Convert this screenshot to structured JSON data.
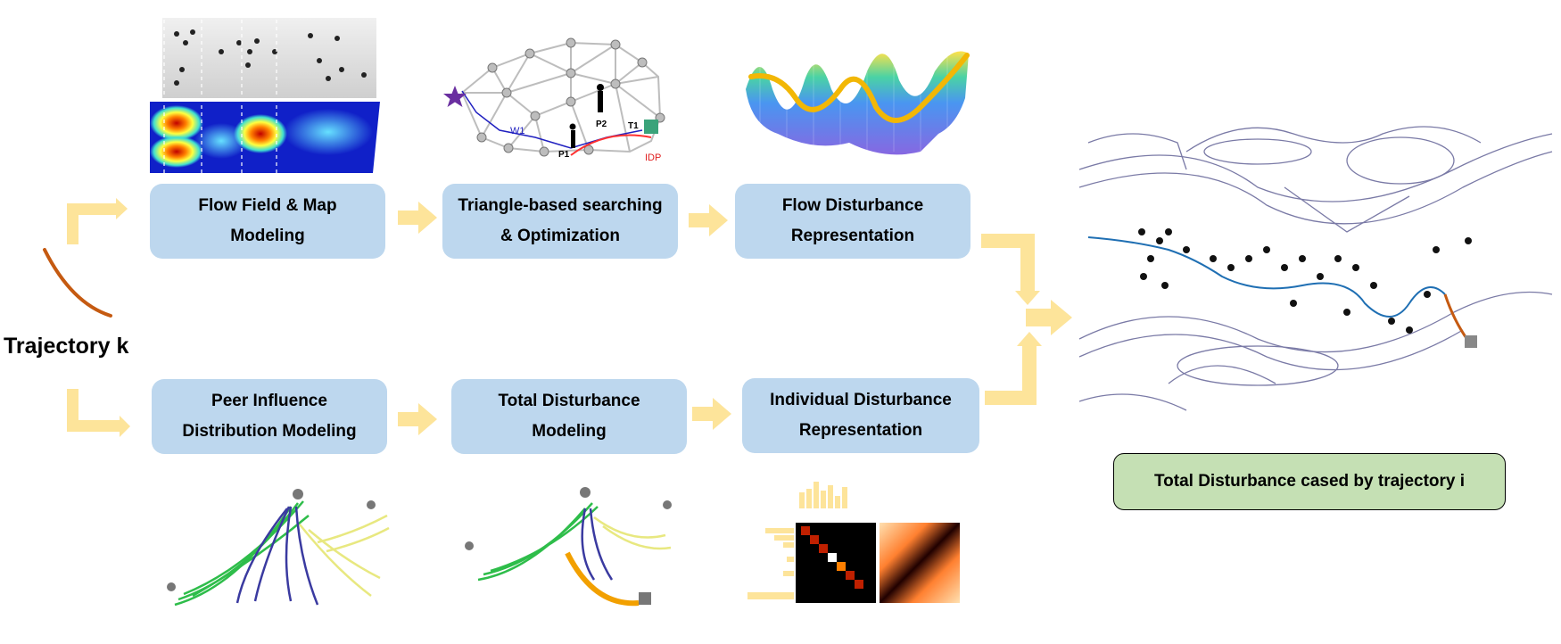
{
  "side_label": "Trajectory k",
  "top_row": [
    {
      "id": "flow-field",
      "label": "Flow Field & Map\nModeling"
    },
    {
      "id": "triangle-search",
      "label": "Triangle-based searching\n& Optimization"
    },
    {
      "id": "flow-disturbance",
      "label": "Flow Disturbance\nRepresentation"
    }
  ],
  "bottom_row": [
    {
      "id": "peer-influence",
      "label": "Peer Influence\nDistribution Modeling"
    },
    {
      "id": "total-disturbance-modeling",
      "label": "Total Disturbance\nModeling"
    },
    {
      "id": "individual-disturbance",
      "label": "Individual Disturbance\nRepresentation"
    }
  ],
  "result_label": "Total Disturbance cased by trajectory i",
  "graph_labels": {
    "w1": "W1",
    "p2": "P2",
    "t1": "T1",
    "p1": "P1",
    "idp": "IDP"
  },
  "colors": {
    "box_fill": "#bdd7ee",
    "result_fill": "#c5e0b4",
    "arrow": "#fde49a",
    "trajectory": "#c55a11",
    "path_blue": "#1f6fb3",
    "curve_gold": "#f2b705"
  }
}
